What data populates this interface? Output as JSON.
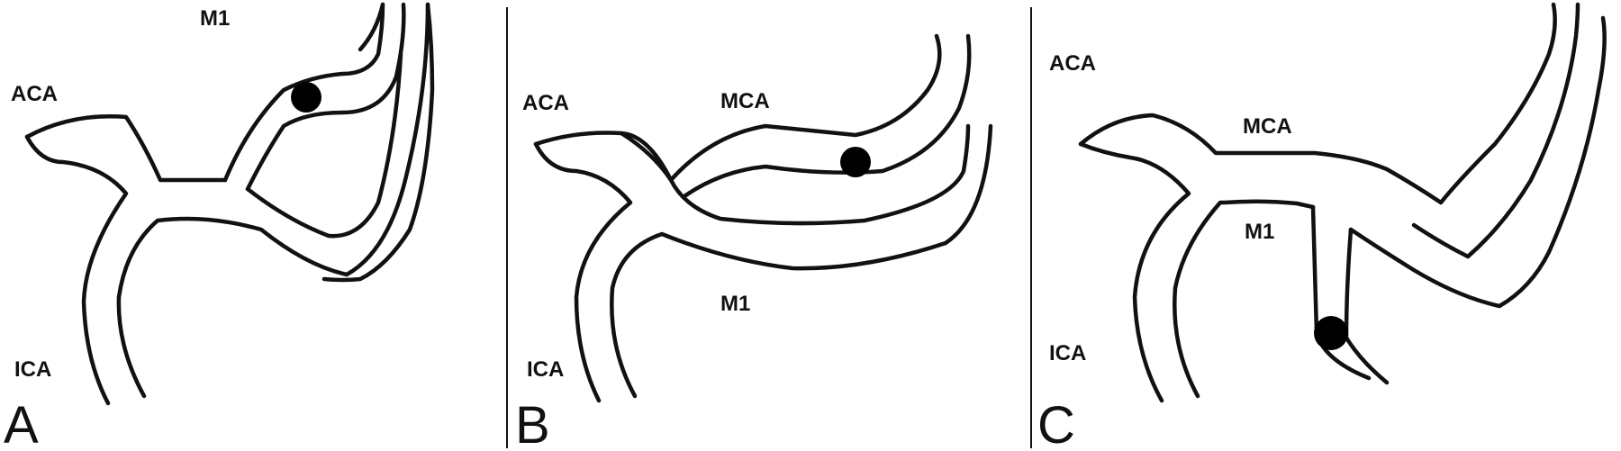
{
  "colors": {
    "stroke": "#111111",
    "background": "#ffffff",
    "aneurysm": "#000000"
  },
  "panels": [
    {
      "letter": "A",
      "labels": {
        "m1": "M1",
        "aca": "ACA",
        "ica": "ICA"
      }
    },
    {
      "letter": "B",
      "labels": {
        "aca": "ACA",
        "mca": "MCA",
        "m1": "M1",
        "ica": "ICA"
      }
    },
    {
      "letter": "C",
      "labels": {
        "aca": "ACA",
        "mca": "MCA",
        "m1": "M1",
        "ica": "ICA"
      }
    }
  ]
}
